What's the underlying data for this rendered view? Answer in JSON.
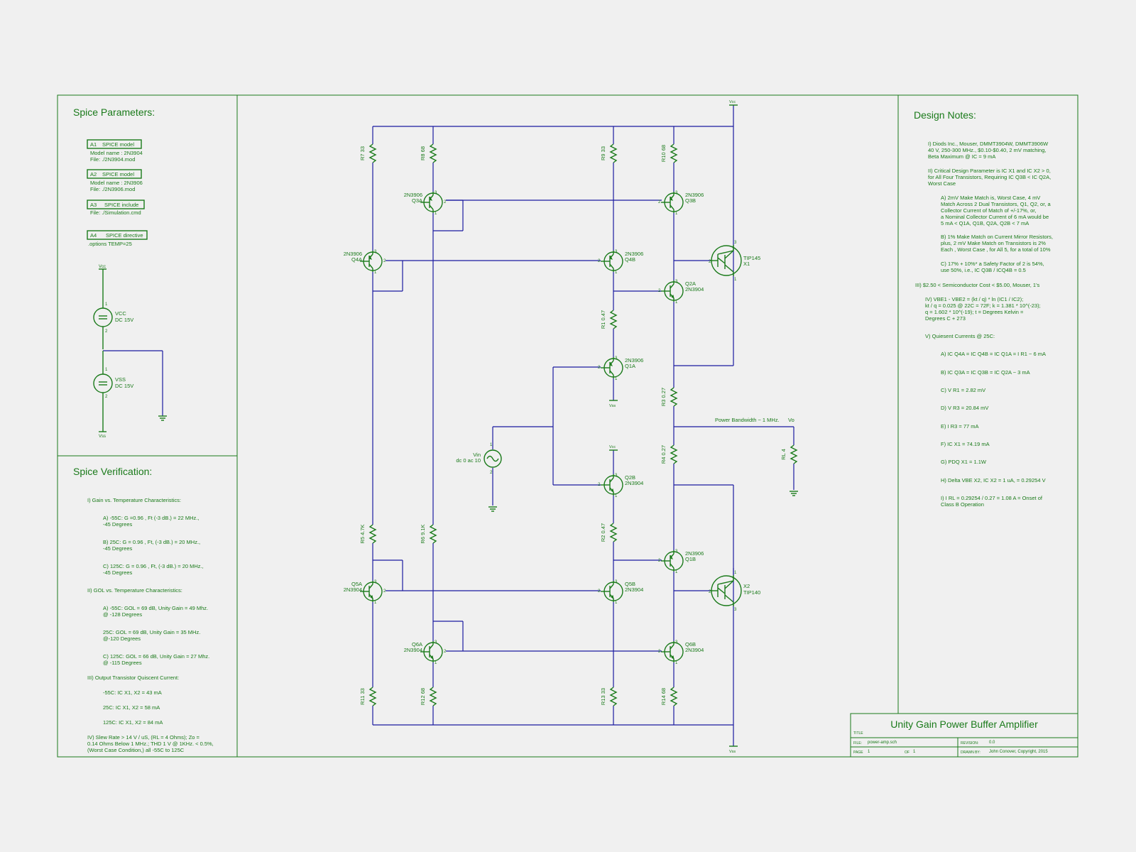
{
  "spice_parameters": {
    "heading": "Spice Parameters:",
    "blocks": [
      {
        "tag": "A1",
        "title": "SPICE model",
        "lines": [
          "Model name : 2N3904",
          "File: ./2N3904.mod"
        ]
      },
      {
        "tag": "A2",
        "title": "SPICE model",
        "lines": [
          "Model name : 2N3906",
          "File: ./2N3906.mod"
        ]
      },
      {
        "tag": "A3",
        "title": "SPICE include",
        "lines": [
          "File: ./Simulation.cmd"
        ]
      },
      {
        "tag": "A4",
        "title": "SPICE directive",
        "lines": [
          ".options TEMP=25"
        ]
      }
    ],
    "sources": [
      {
        "name": "VCC",
        "value": "DC 15V",
        "top_net": "Vcc"
      },
      {
        "name": "VSS",
        "value": "DC 15V",
        "bottom_net": "Vss"
      }
    ]
  },
  "spice_verification": {
    "heading": "Spice Verification:",
    "lines": [
      "I) Gain vs. Temperature Characteristics:",
      "A) -55C: G =0.96 , Ft (-3 dB.) = 22  MHz.,",
      "-45 Degrees",
      "B) 25C: G = 0.96 , Ft, (-3 dB.) = 20  MHz.,",
      "-45 Degrees",
      "C) 125C: G = 0.96 , Ft, (-3 dB.) = 20  MHz.,",
      "-45 Degrees",
      "II) GOL vs. Temperature Characteristics:",
      "A) -55C: GOL = 69 dB, Unity Gain = 49 Mhz.",
      "@ -128 Degrees",
      "25C: GOL = 69 dB, Unity Gain = 35 MHz.",
      "@-120 Degrees",
      "C) 125C: GOL = 66 dB, Unity Gain = 27 Mhz.",
      "@ -115 Degrees",
      "III) Output Transistor Quiscent Current:",
      "-55C: IC X1, X2 = 43 mA",
      "25C: IC X1, X2 = 58 mA",
      "125C: IC X1, X2 = 84 mA",
      "IV) Slew Rate > 14 V / uS, (RL = 4 Ohms); Zo =",
      "0.14 Ohms Below 1  MHz.; THD 1 V @ 1KHz. < 0.5%,",
      "(Worst Case Condition,) all -55C to 125C"
    ]
  },
  "design_notes": {
    "heading": "Design Notes:",
    "lines": [
      "I) Diods Inc., Mouser, DMMT3904W, DMMT3906W",
      "40 V, 250-300 MHz., $0.10-$0.40, 2 mV matching,",
      "Beta Maximum @ IC = 9 mA",
      "II) Critical Design Parameter is IC X1 and IC X2 > 0,",
      "for All Four Transistors, Requiring IC Q3B < IC Q2A,",
      "Worst Case",
      "A) 2mV Make Match is, Worst Case, 4 mV",
      "Match Across 2 Dual Transistors, Q1, Q2, or, a",
      "Collector Current of Match of +/-17%, or,",
      "a Nominal Collector Current of 6 mA would be",
      "5 mA < Q1A, Q1B, Q2A, Q2B < 7 mA",
      "B) 1% Make Match on Current Mirror Resistors,",
      "plus, 2 mV Make Match on Transistors is 2%",
      "Each , Worst Case , for All 5, for a total of 10%",
      "C) 17% + 10%* a Safety Factor of 2 is 54%,",
      "use 50%, i.e., IC Q3B / ICQ4B = 0.5",
      "III) $2.50 < Semiconductor Cost < $5.00, Mouser, 1's",
      "IV) VBE1 - VBE2 = (kt / q) * ln  (IC1 / IC2);",
      "kt / q = 0.025 @ 22C = 72F; k = 1.381 * 10^(-23);",
      "q = 1.602 * 10^(-19); t = Degrees Kelvin =",
      "Degrees C + 273",
      "V) Quiesent Currents @ 25C:",
      "A) IC Q4A = IC Q4B = IC Q1A = I R1 ~ 6 mA",
      "B) IC Q3A = IC Q3B = IC Q2A ~ 3 mA",
      "C) V R1 = 2.82 mV",
      "D) V R3 = 20.84 mV",
      "E) I R3 = 77 mA",
      "F) IC X1 = 74.19 mA",
      "G) PDQ X1 = 1.1W",
      "H) Delta VBE X2, IC X2 = 1 uA, = 0.29254 V",
      "I) I RL = 0.29254 / 0.27 = 1.08 A = Onset of",
      "Class B Operation"
    ]
  },
  "title_block": {
    "title": "Unity Gain Power Buffer Amplifier",
    "title_label": "TITLE",
    "file_label": "FILE:",
    "file": "power-amp.sch",
    "revision_label": "REVISION:",
    "revision": "0.0",
    "page_label": "PAGE",
    "page": "1",
    "of_label": "OF",
    "of": "1",
    "drawn_by_label": "DRAWN BY:",
    "drawn_by": "John Conover, Copyright, 2015"
  },
  "schematic": {
    "nets": {
      "vcc": "Vcc",
      "vss": "Vss",
      "out": "Vo",
      "bandwidth_note": "Power Bandwidth ~ 1  MHz."
    },
    "resistors": [
      {
        "ref": "R7",
        "value": "33"
      },
      {
        "ref": "R8",
        "value": "68"
      },
      {
        "ref": "R9",
        "value": "33"
      },
      {
        "ref": "R10",
        "value": "68"
      },
      {
        "ref": "R1",
        "value": "0.47"
      },
      {
        "ref": "R3",
        "value": "0.27"
      },
      {
        "ref": "R4",
        "value": "0.27"
      },
      {
        "ref": "RL",
        "value": "4"
      },
      {
        "ref": "R5",
        "value": "4.7K"
      },
      {
        "ref": "R6",
        "value": "9.1K"
      },
      {
        "ref": "R2",
        "value": "0.47"
      },
      {
        "ref": "R11",
        "value": "33"
      },
      {
        "ref": "R12",
        "value": "68"
      },
      {
        "ref": "R13",
        "value": "33"
      },
      {
        "ref": "R14",
        "value": "68"
      }
    ],
    "transistors": [
      {
        "ref": "Q3A",
        "part": "2N3906"
      },
      {
        "ref": "Q3B",
        "part": "2N3906"
      },
      {
        "ref": "Q4A",
        "part": "2N3906"
      },
      {
        "ref": "Q4B",
        "part": "2N3906"
      },
      {
        "ref": "Q2A",
        "part": "2N3904"
      },
      {
        "ref": "Q1A",
        "part": "2N3906"
      },
      {
        "ref": "Q2B",
        "part": "2N3904"
      },
      {
        "ref": "Q1B",
        "part": "2N3906"
      },
      {
        "ref": "Q5A",
        "part": "2N3904"
      },
      {
        "ref": "Q5B",
        "part": "2N3904"
      },
      {
        "ref": "Q6A",
        "part": "2N3904"
      },
      {
        "ref": "Q6B",
        "part": "2N3904"
      },
      {
        "ref": "X1",
        "part": "TIP145"
      },
      {
        "ref": "X2",
        "part": "TIP140"
      }
    ],
    "input_source": {
      "ref": "Vin",
      "value": "dc 0 ac 10"
    }
  }
}
